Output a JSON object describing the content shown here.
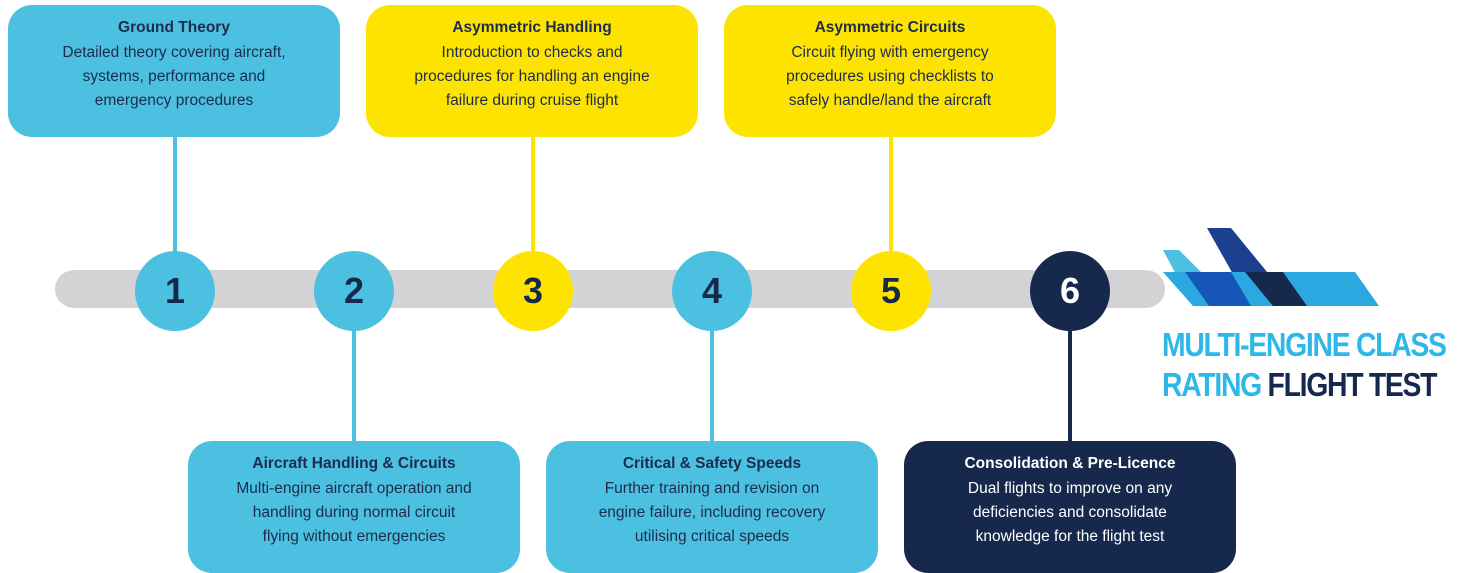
{
  "colors": {
    "blue": "#4bc0e1",
    "yellow": "#fde400",
    "navy": "#17284d",
    "track": "#d3d3d6",
    "brand_light": "#2db8e8"
  },
  "steps": [
    {
      "number": "1",
      "color": "blue",
      "position": "top",
      "title": "Ground Theory",
      "lines": [
        "Detailed theory covering aircraft,",
        "systems, performance and",
        "emergency procedures"
      ]
    },
    {
      "number": "2",
      "color": "blue",
      "position": "bottom",
      "title": "Aircraft Handling & Circuits",
      "lines": [
        "Multi-engine aircraft operation and",
        "handling during normal circuit",
        "flying without emergencies"
      ]
    },
    {
      "number": "3",
      "color": "yellow",
      "position": "top",
      "title": "Asymmetric Handling",
      "lines": [
        "Introduction to checks and",
        "procedures for handling an engine",
        "failure during cruise flight"
      ]
    },
    {
      "number": "4",
      "color": "blue",
      "position": "bottom",
      "title": "Critical & Safety Speeds",
      "lines": [
        "Further training and revision on",
        "engine failure, including recovery",
        "utilising critical speeds"
      ]
    },
    {
      "number": "5",
      "color": "yellow",
      "position": "top",
      "title": "Asymmetric Circuits",
      "lines": [
        "Circuit flying with emergency",
        "procedures using checklists to",
        "safely handle/land the aircraft"
      ]
    },
    {
      "number": "6",
      "color": "navy",
      "position": "bottom",
      "title": "Consolidation & Pre-Licence",
      "lines": [
        "Dual flights to improve on any",
        "deficiencies and consolidate",
        "knowledge for the flight test"
      ]
    }
  ],
  "brand": {
    "line1": "MULTI-ENGINE CLASS",
    "line2_highlight": "RATING",
    "line2_dark": "FLIGHT TEST",
    "logo_icon": "aircraft-wing-stripes-logo"
  }
}
